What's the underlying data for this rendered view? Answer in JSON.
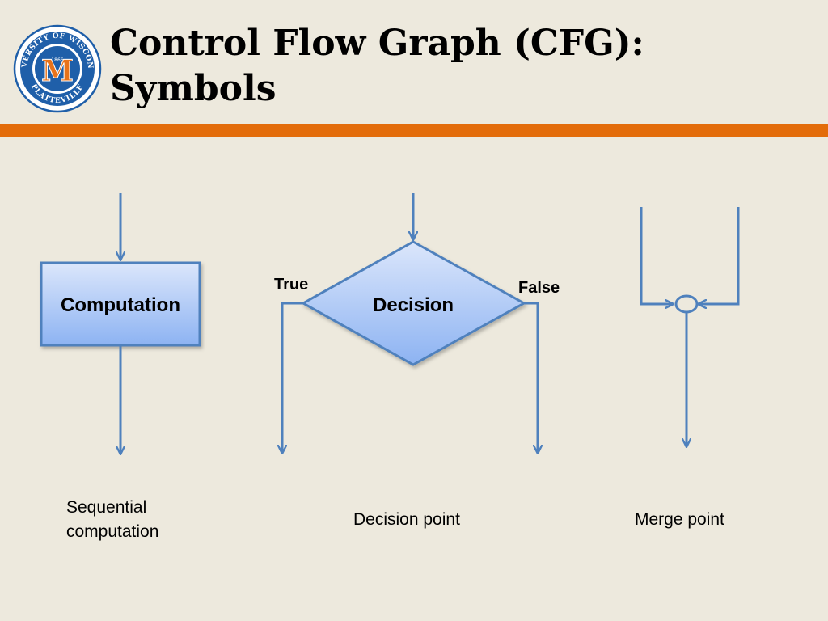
{
  "slide": {
    "title_lines": [
      "Control Flow Graph (CFG):",
      "Symbols"
    ],
    "logo": {
      "ring_text_top": "UNIVERSITY OF WISCONSIN",
      "ring_text_bottom": "PLATTEVILLE",
      "year": "1866",
      "monogram": "M"
    },
    "colors": {
      "background": "#ede9dd",
      "accent": "#e36c0a",
      "line": "#4f81bd",
      "shape_fill_top": "#dbe6fb",
      "shape_fill_bottom": "#8db3f2",
      "logo_blue": "#1f5fa9",
      "logo_orange": "#e8731b"
    }
  },
  "diagram": {
    "sequential": {
      "box_label": "Computation"
    },
    "decision": {
      "shape_label": "Decision",
      "true_label": "True",
      "false_label": "False"
    }
  },
  "captions": {
    "sequential": [
      "Sequential",
      "computation"
    ],
    "decision": "Decision point",
    "merge": "Merge point"
  }
}
